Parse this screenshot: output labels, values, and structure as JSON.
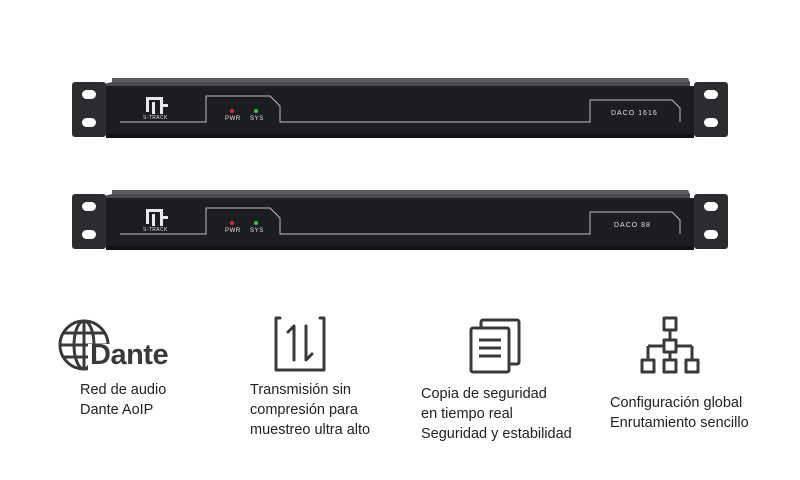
{
  "devices": [
    {
      "brand": "S-TRACK",
      "led_pwr": "PWR",
      "led_sys": "SYS",
      "model": "DACO 1616"
    },
    {
      "brand": "S-TRACK",
      "led_pwr": "PWR",
      "led_sys": "SYS",
      "model": "DACO 88"
    }
  ],
  "features": [
    {
      "icon": "dante-globe-icon",
      "logo_text": "Dante",
      "lines": [
        "Red de audio",
        "Dante AoIP"
      ]
    },
    {
      "icon": "transfer-arrows-icon",
      "lines": [
        "Transmisión sin",
        "compresión para",
        "muestreo ultra alto"
      ]
    },
    {
      "icon": "document-copy-icon",
      "lines": [
        "Copia de seguridad",
        "en tiempo real",
        "Seguridad y estabilidad"
      ]
    },
    {
      "icon": "network-tree-icon",
      "lines": [
        "Configuración global",
        "Enrutamiento sencillo"
      ]
    }
  ],
  "colors": {
    "chassis": "#1e1f22",
    "chassis_top": "#3a3b3f",
    "ear": "#2a2b2e",
    "led_red": "#e02b2b",
    "led_green": "#2ecc40",
    "icon": "#3a3a3a"
  }
}
